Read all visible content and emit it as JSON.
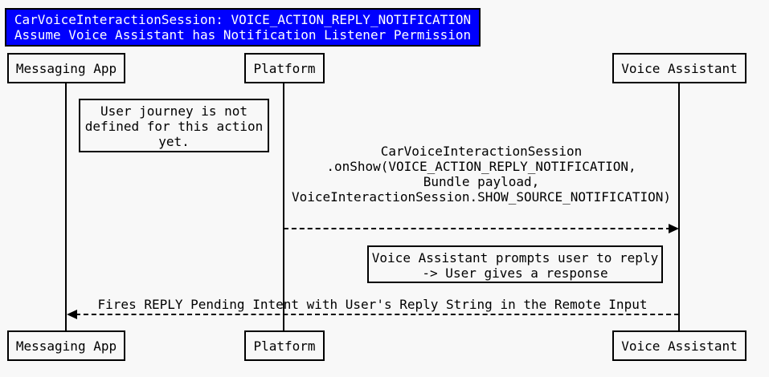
{
  "title": {
    "line1": "CarVoiceInteractionSession: VOICE_ACTION_REPLY_NOTIFICATION",
    "line2": "Assume Voice Assistant has Notification Listener Permission"
  },
  "actors": [
    {
      "label": "Messaging App"
    },
    {
      "label": "Platform"
    },
    {
      "label": "Voice Assistant"
    }
  ],
  "notes": [
    {
      "line1": "User journey is not",
      "line2": "defined for this action",
      "line3": "yet."
    },
    {
      "line1": "Voice Assistant prompts user to reply",
      "line2": "-> User gives a response"
    }
  ],
  "messages": [
    {
      "from": "Platform",
      "to": "Voice Assistant",
      "direction": "right",
      "line_style": "dashed",
      "line1": "CarVoiceInteractionSession",
      "line2": ".onShow(VOICE_ACTION_REPLY_NOTIFICATION,",
      "line3": "Bundle payload,",
      "line4": "VoiceInteractionSession.SHOW_SOURCE_NOTIFICATION)"
    },
    {
      "from": "Voice Assistant",
      "to": "Messaging App",
      "direction": "left",
      "line_style": "dashed",
      "line1": "Fires REPLY Pending Intent with User's Reply String in the Remote Input"
    }
  ],
  "colors": {
    "background": "#f8f8f8",
    "title_background": "#0000fe",
    "title_text": "#ffffff",
    "line_color": "#000000"
  }
}
